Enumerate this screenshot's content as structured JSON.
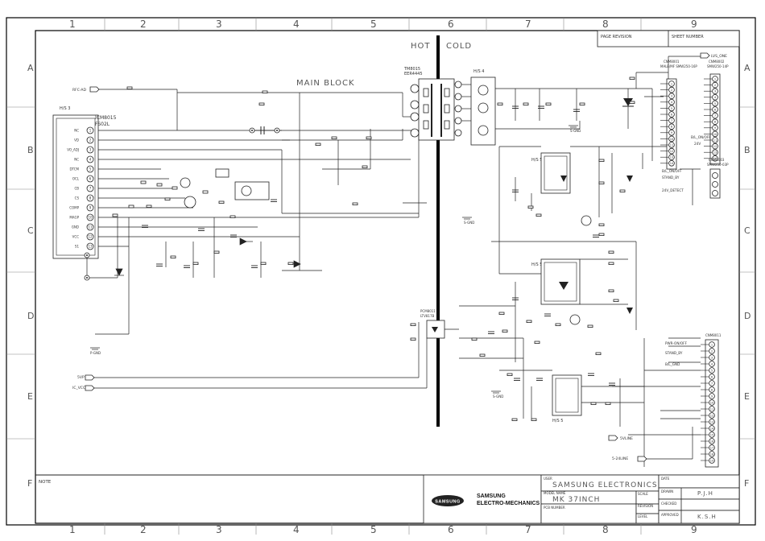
{
  "grid": {
    "columns": [
      "1",
      "2",
      "3",
      "4",
      "5",
      "6",
      "7",
      "8",
      "9"
    ],
    "rows": [
      "A",
      "B",
      "C",
      "D",
      "E",
      "F"
    ]
  },
  "title_block": {
    "page_revision_label": "PAGE REVISION",
    "sheet_number_label": "SHEET NUMBER",
    "note_label": "NOTE",
    "company_logo": "SAMSUNG",
    "company_name_line1": "SAMSUNG",
    "company_name_line2": "ELECTRO-MECHANICS",
    "user_label": "USER",
    "user_value": "SAMSUNG ELECTRONICS",
    "model_name_label": "MODEL NAME",
    "model_name_value": "MK 37INCH",
    "pcb_number_label": "PCB NUMBER",
    "scale_label": "SCALE",
    "revision_label": "REVISION",
    "level_label": "LEVEL",
    "date_label": "DATE",
    "drawn_label": "DRAWN",
    "drawn_value": "P.J.H",
    "checked_label": "CHECKED",
    "approved_label": "APPROVED",
    "approved_value": "K.S.H"
  },
  "schematic": {
    "main_block_label": "MAIN BLOCK",
    "hot_label": "HOT",
    "cold_label": "COLD",
    "ic_name": "ICM8015",
    "ic_part": "FS02L",
    "hs3_label": "H/S 3",
    "hs4_label": "H/S 4",
    "hs5_label": "H/S 5",
    "transformer_name": "TM8015",
    "transformer_part": "EER4445",
    "photocoupler_name": "PCM8011",
    "photocoupler_part": "LTV817B",
    "ic_pins": [
      "NC",
      "VD",
      "VO_ADJ",
      "NC",
      "DTCM",
      "OCL",
      "CB",
      "CS",
      "COMP",
      "MAGP",
      "GND",
      "VCC",
      "S1"
    ],
    "connector_left_label": "CNM8001",
    "connector_left_sub": "MALE/MF SMW250-16P",
    "connector_right_label": "CNM8002",
    "connector_right_sub": "SMW250-14P",
    "connector_small_label": "CNM8003",
    "connector_small_sub": "SMW250-03P",
    "connector_bottom_label": "CNM8011",
    "top_right_net": "LVS_ONE",
    "right_nets": [
      "B/L_ON/OFF",
      "24V",
      "24V_DETECT",
      "B/L_ON/OFF",
      "STAND_BY",
      "PWR-ON/OFF",
      "B/L_GND",
      "GND"
    ],
    "left_nets": [
      "RFC-AD",
      "5VP",
      "IC_VCC"
    ],
    "bottom_net": "5-24LINE",
    "mid_net": "5VLINE",
    "gnd_labels": [
      "P-GND",
      "S-GND",
      "S-GND",
      "S-GND"
    ]
  }
}
